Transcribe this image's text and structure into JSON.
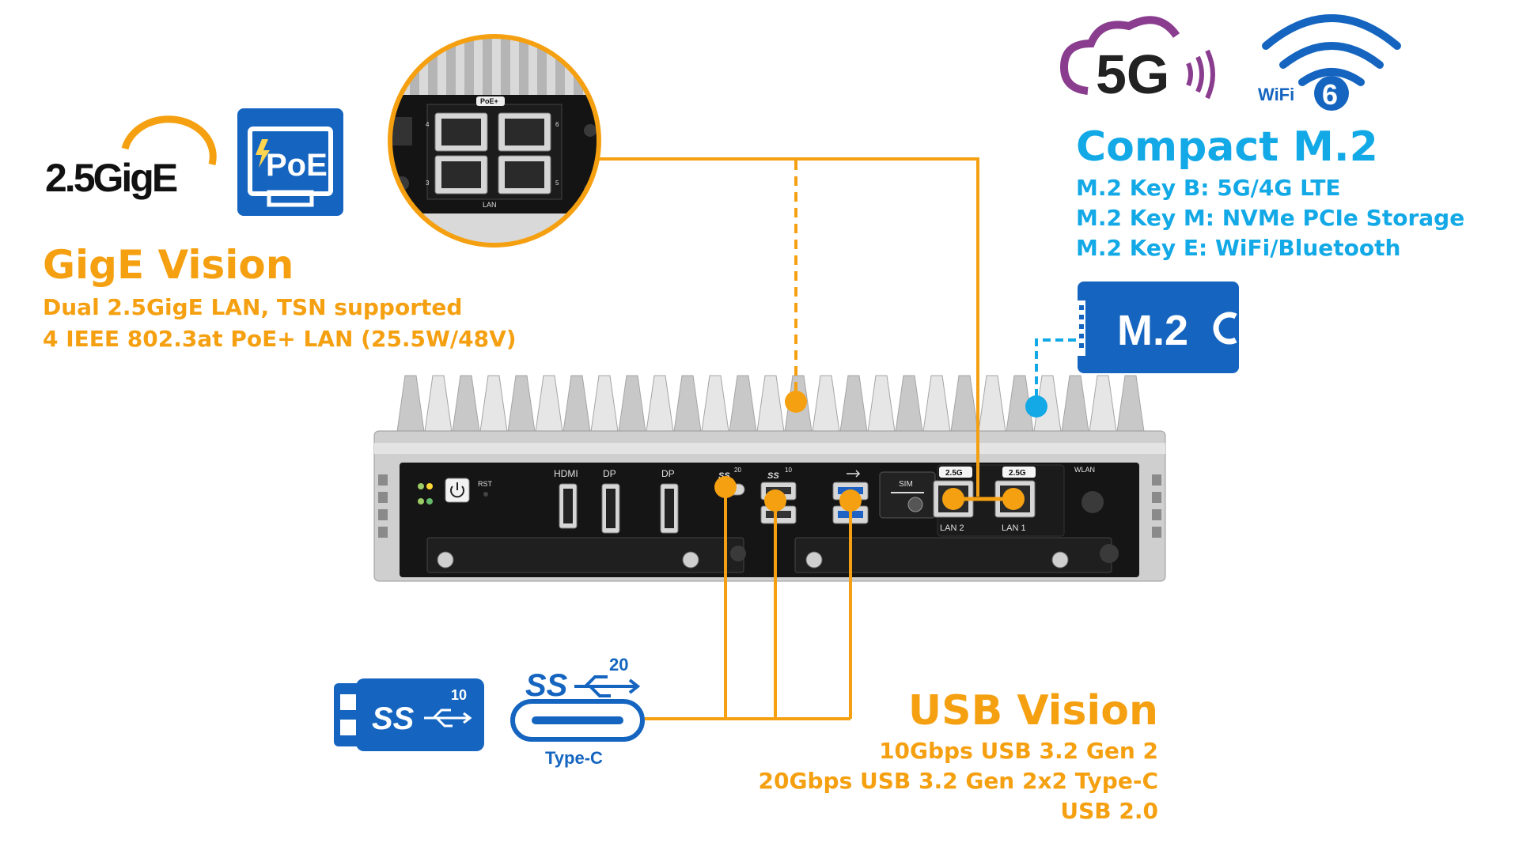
{
  "colors": {
    "accent_orange": "#f5a011",
    "accent_blue": "#12a9e6",
    "usb_blue": "#1565c0",
    "poe_blue": "#1565c0",
    "fiveg_purple": "#8a3d8f",
    "chassis_silver": "#d6d6d6",
    "panel_black": "#111111"
  },
  "logos": {
    "gige_25": "2.5GigE",
    "poe": "PoE",
    "fiveg": "5G",
    "wifi_label": "WiFi",
    "wifi_number": "6",
    "m2": "M.2",
    "usb_ss": "SS",
    "usb_ss_10": "10",
    "usb_ss_20": "20",
    "typec": "Type-C"
  },
  "gige": {
    "title": "GigE Vision",
    "lines": [
      "Dual 2.5GigE LAN, TSN supported",
      "4 IEEE 802.3at PoE+ LAN (25.5W/48V)"
    ]
  },
  "m2": {
    "title": "Compact M.2",
    "lines": [
      "M.2 Key B: 5G/4G LTE",
      "M.2 Key M: NVMe PCIe Storage",
      "M.2 Key E: WiFi/Bluetooth"
    ]
  },
  "usb": {
    "title": "USB Vision",
    "lines": [
      "10Gbps USB 3.2 Gen 2",
      "20Gbps USB 3.2 Gen 2x2 Type-C",
      "USB 2.0"
    ]
  },
  "device": {
    "labels": {
      "hdmi": "HDMI",
      "dp1": "DP",
      "dp2": "DP",
      "rst": "RST",
      "sim": "SIM",
      "lan2_speed": "2.5G",
      "lan1_speed": "2.5G",
      "lan2": "LAN 2",
      "lan1": "LAN 1",
      "wlan": "WLAN",
      "usb20": "20",
      "usb10": "10"
    }
  },
  "zoom": {
    "poe_label": "PoE+",
    "lan_label": "LAN",
    "port_numbers": [
      "4",
      "6",
      "3",
      "5"
    ]
  },
  "icons": {
    "power": "power-icon",
    "led": "status-led-icon"
  }
}
